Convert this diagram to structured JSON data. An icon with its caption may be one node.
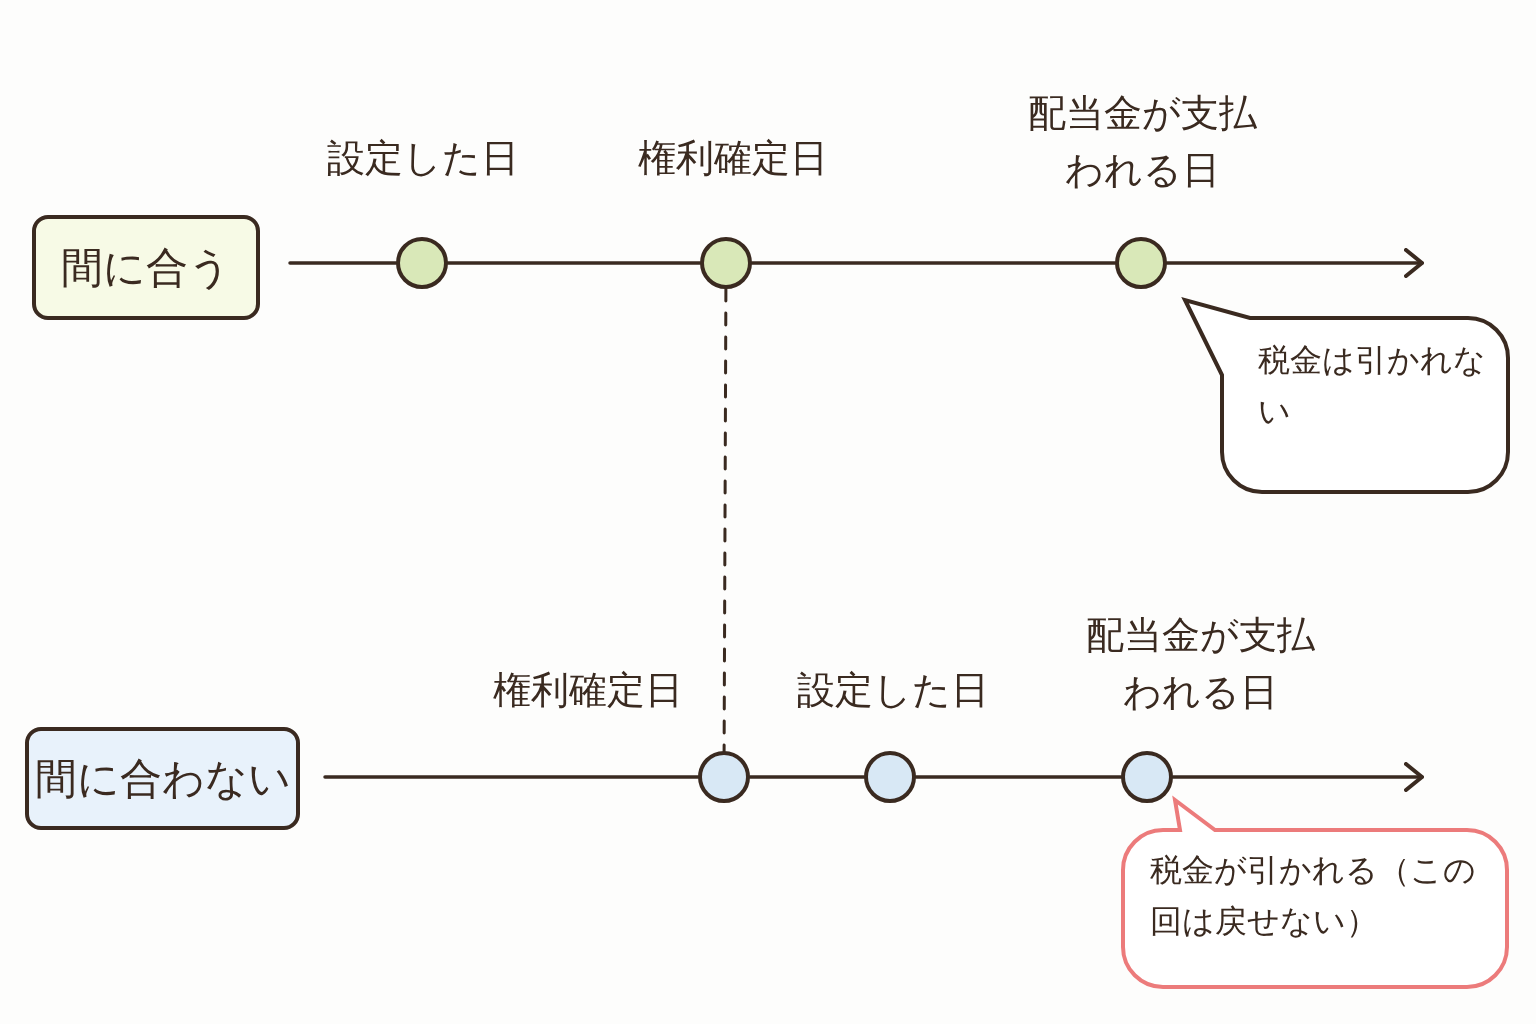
{
  "diagram": {
    "nodes": [
      {
        "text": [
          "間に合う"
        ]
      },
      {
        "text": [],
        "shape": "circle",
        "beside": [
          "設定した日"
        ]
      },
      {
        "text": [],
        "shape": "circle",
        "beside": [
          "権利確定日"
        ]
      },
      {
        "text": [],
        "shape": "circle",
        "beside": [
          "配当金が支払われる日"
        ]
      },
      {
        "text": [
          "税金は引かれない"
        ]
      },
      {
        "text": [
          "間に合わない"
        ]
      },
      {
        "text": [],
        "shape": "circle",
        "beside": [
          "権利確定日"
        ]
      },
      {
        "text": [],
        "shape": "circle",
        "beside": [
          "設定した日"
        ]
      },
      {
        "text": [],
        "shape": "circle",
        "beside": [
          "配当金が支払われる日"
        ]
      },
      {
        "text": [
          "税金が引かれる（この回は戻せない）"
        ]
      }
    ],
    "edges": [
      {
        "from": null,
        "to": 1,
        "arrow": "none"
      },
      {
        "from": 1,
        "to": 2,
        "arrow": "none"
      },
      {
        "from": 2,
        "to": 3,
        "arrow": "none"
      },
      {
        "from": 3,
        "to": null,
        "arrow": "to"
      },
      {
        "from": 2,
        "to": 6,
        "arrow": "none",
        "style": "dashed"
      },
      {
        "from": null,
        "to": 6,
        "arrow": "none"
      },
      {
        "from": 6,
        "to": 7,
        "arrow": "none"
      },
      {
        "from": 7,
        "to": 8,
        "arrow": "none"
      },
      {
        "from": 8,
        "to": null,
        "arrow": "to"
      }
    ]
  }
}
